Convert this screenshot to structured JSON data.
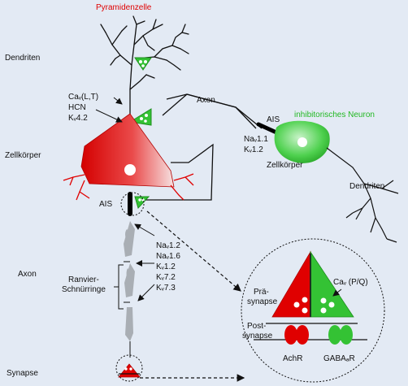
{
  "title": "Pyramidenzelle",
  "left_labels": {
    "dendriten": "Dendriten",
    "zellkoerper": "Zellkörper",
    "axon": "Axon",
    "synapse": "Synapse"
  },
  "channels_top": [
    "Caᵥ(L,T)",
    "HCN",
    "Kᵥ4.2"
  ],
  "ais_left": "AIS",
  "ranvier": [
    "Ranvier-",
    "Schnürringe"
  ],
  "channels_axon": [
    "Naᵥ1.2",
    "Naᵥ1.6",
    "Kᵥ1.2",
    "Kᵥ7.2",
    "Kᵥ7.3"
  ],
  "interneuron": {
    "axon_label": "Axon",
    "title": "inhibitorisches Neuron",
    "ais": "AIS",
    "channels": [
      "Naᵥ1.1",
      "Kᵥ1.2"
    ],
    "soma": "Zellkörper",
    "dendrites": "Dendriten"
  },
  "inset": {
    "prae": [
      "Prä-",
      "synapse"
    ],
    "cav": "Caᵥ (P/Q)",
    "post": [
      "Post-",
      "synapse"
    ],
    "achr": "AchR",
    "gaba": "GABAₐR"
  },
  "colors": {
    "background": "#e3eaf4",
    "red": "#e00000",
    "green": "#22b822",
    "axon_segment": "#a9aeb4"
  }
}
